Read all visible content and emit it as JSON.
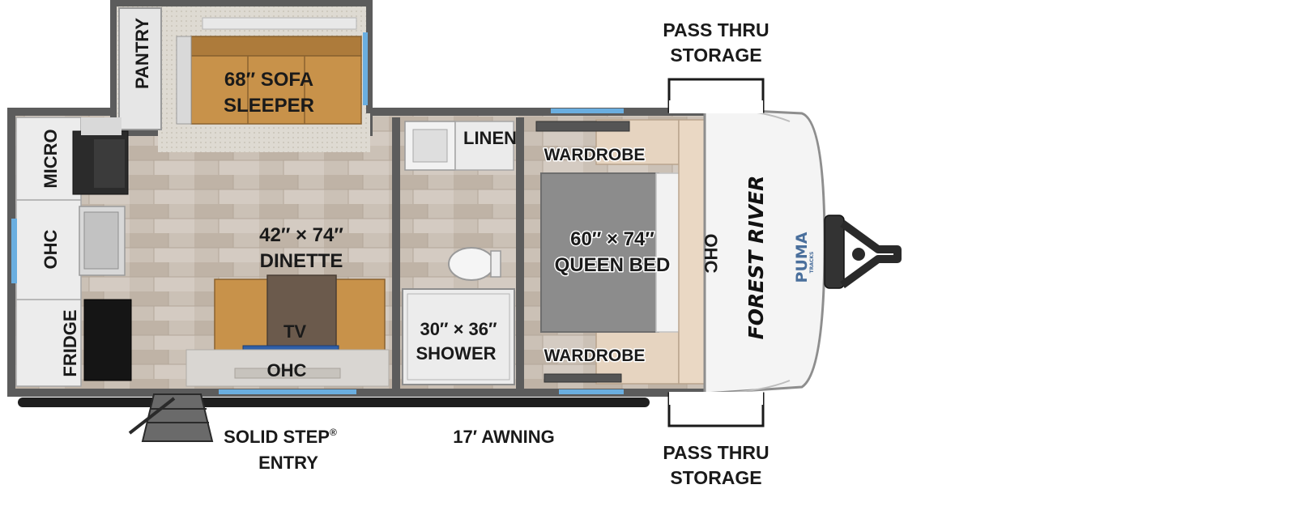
{
  "labels": {
    "pantry": "PANTRY",
    "sofa_line1": "68″ SOFA",
    "sofa_line2": "SLEEPER",
    "micro": "MICRO",
    "ohc_galley": "OHC",
    "fridge": "FRIDGE",
    "dinette_size": "42″ × 74″",
    "dinette": "DINETTE",
    "tv": "TV",
    "ohc_front": "OHC",
    "linen": "LINEN",
    "shower_size": "30″ × 36″",
    "shower": "SHOWER",
    "wardrobe_top": "WARDROBE",
    "wardrobe_bottom": "WARDROBE",
    "bed_size": "60″ × 74″",
    "bed": "QUEEN BED",
    "ohc_bedroom": "OHC",
    "pass_thru_top_line1": "PASS THRU",
    "pass_thru_top_line2": "STORAGE",
    "pass_thru_bottom_line1": "PASS THRU",
    "pass_thru_bottom_line2": "STORAGE",
    "step_line1": "SOLID STEP",
    "step_reg": "®",
    "step_line2": "ENTRY",
    "awning": "17′ AWNING"
  },
  "branding": {
    "manufacturer": "FOREST RIVER",
    "model": "PUMA",
    "model_sub": "TRACKS"
  },
  "colors": {
    "wall": "#5c5c5c",
    "floor": "#c9bfb4",
    "sofa": "#c8924a",
    "bed": "#8c8c8c",
    "window": "#6aaee0",
    "cabinet": "#e4d6c6",
    "counter": "#e8e6e4"
  }
}
